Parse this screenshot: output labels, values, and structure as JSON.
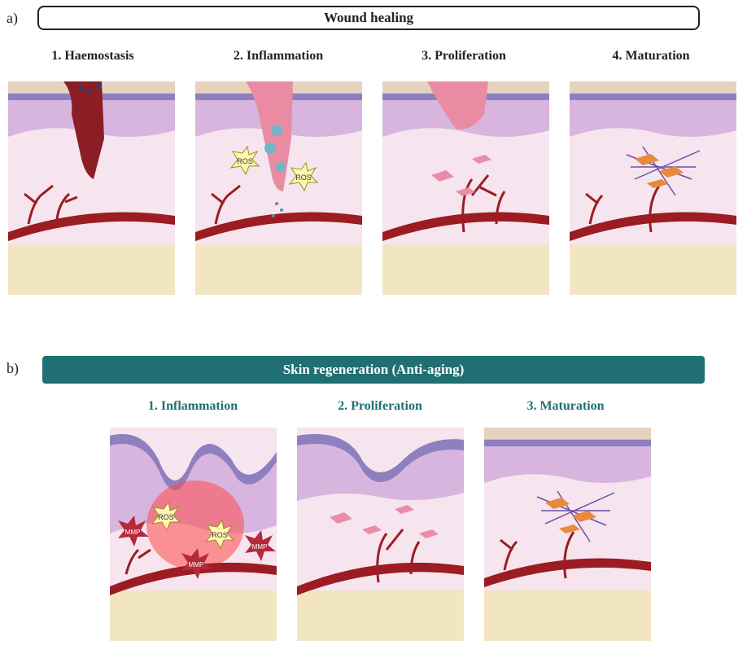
{
  "panel_a": {
    "letter": "a)",
    "title": "Wound healing",
    "stages": [
      "1.  Haemostasis",
      "2. Inflammation",
      "3. Proliferation",
      "4. Maturation"
    ],
    "ros_labels": [
      "ROS",
      "ROS"
    ]
  },
  "panel_b": {
    "letter": "b)",
    "title": "Skin regeneration (Anti-aging)",
    "stages": [
      "1.  Inflammation",
      "2. Proliferation",
      "3. Maturation"
    ],
    "ros_labels": [
      "ROS",
      "ROS"
    ],
    "mmp_labels": [
      "MMP",
      "MMP",
      "MMP"
    ]
  },
  "colors": {
    "teal": "#1f6f73",
    "epidermis": "#c9a6d6",
    "basal": "#8d7fc0",
    "dermis": "#f6e4ee",
    "vessel": "#9b1c22",
    "fat": "#f2e6c2",
    "fibroblast": "#e98ca9",
    "collagen": "#e88a3a",
    "ros": "#fff7b0",
    "mmp": "#b5293a"
  }
}
